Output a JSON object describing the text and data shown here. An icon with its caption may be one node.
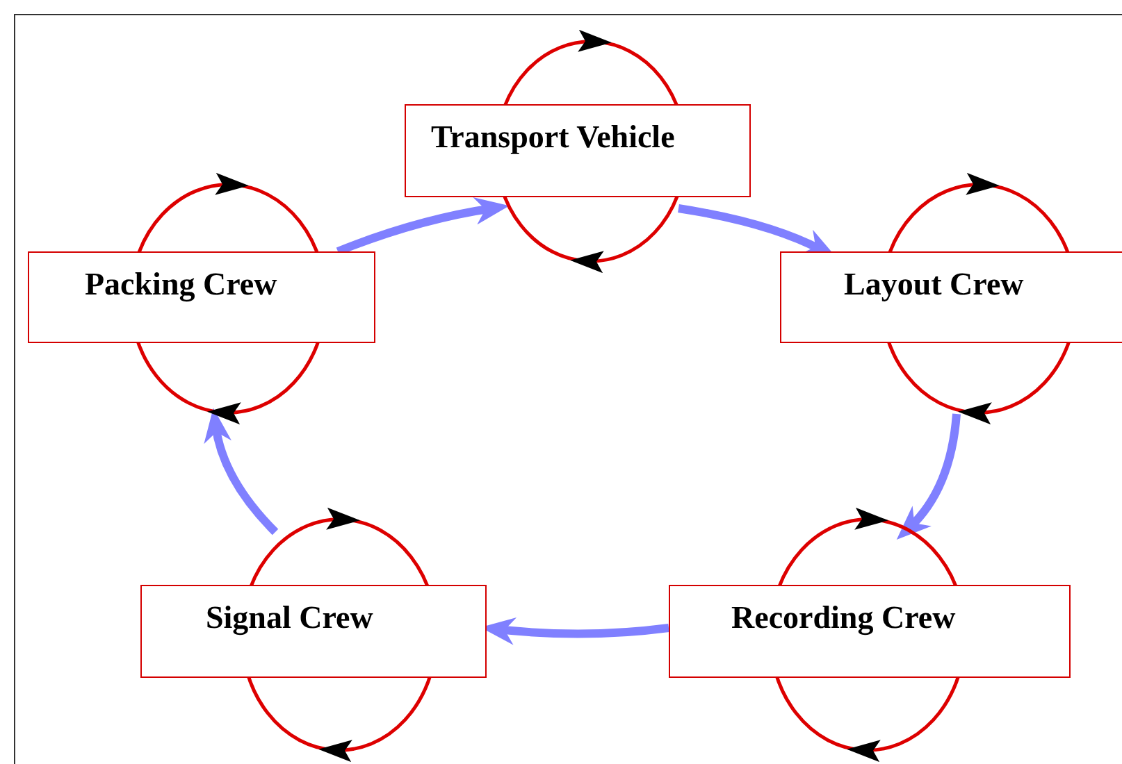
{
  "diagram": {
    "nodes": [
      {
        "text": [
          "Transport Vehicle"
        ]
      },
      {
        "text": [
          "Packing Crew"
        ]
      },
      {
        "text": [
          "Layout Crew"
        ]
      },
      {
        "text": [
          "Signal Crew"
        ]
      },
      {
        "text": [
          "Recording Crew"
        ]
      }
    ],
    "edges": [
      {
        "from": 1,
        "to": 0,
        "arrow": "to",
        "style": "thick",
        "color": "#8080ff"
      },
      {
        "from": 0,
        "to": 2,
        "arrow": "to",
        "style": "thick",
        "color": "#8080ff"
      },
      {
        "from": 2,
        "to": 4,
        "arrow": "to",
        "style": "thick",
        "color": "#8080ff"
      },
      {
        "from": 4,
        "to": 3,
        "arrow": "to",
        "style": "thick",
        "color": "#8080ff"
      },
      {
        "from": 3,
        "to": 1,
        "arrow": "to",
        "style": "thick",
        "color": "#8080ff"
      },
      {
        "from": 0,
        "to": 0,
        "arrow": "to",
        "color": "#dd0000"
      },
      {
        "from": 1,
        "to": 1,
        "arrow": "to",
        "color": "#dd0000"
      },
      {
        "from": 2,
        "to": 2,
        "arrow": "to",
        "color": "#dd0000"
      },
      {
        "from": 3,
        "to": 3,
        "arrow": "to",
        "color": "#dd0000"
      },
      {
        "from": 4,
        "to": 4,
        "arrow": "to",
        "color": "#dd0000"
      }
    ]
  }
}
